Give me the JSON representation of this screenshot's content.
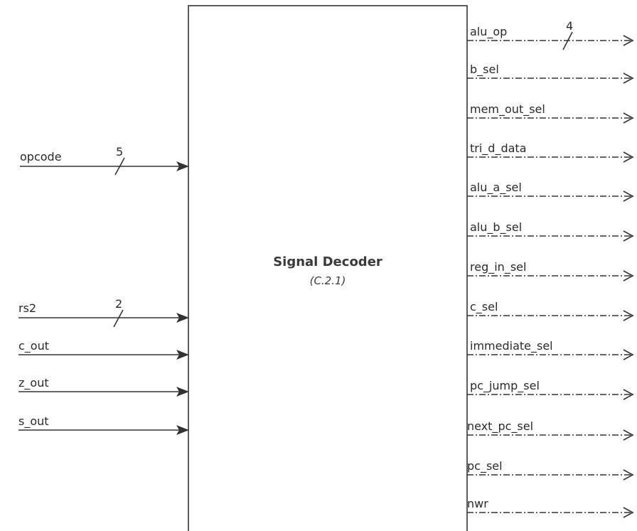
{
  "block": {
    "title": "Signal Decoder",
    "reference": "(C.2.1)"
  },
  "inputs": [
    {
      "name": "opcode",
      "width": "5"
    },
    {
      "name": "rs2",
      "width": "2"
    },
    {
      "name": "c_out",
      "width": ""
    },
    {
      "name": "z_out",
      "width": ""
    },
    {
      "name": "s_out",
      "width": ""
    }
  ],
  "outputs": [
    {
      "name": "alu_op",
      "width": "4"
    },
    {
      "name": "b_sel",
      "width": ""
    },
    {
      "name": "mem_out_sel",
      "width": ""
    },
    {
      "name": "tri_d_data",
      "width": ""
    },
    {
      "name": "alu_a_sel",
      "width": ""
    },
    {
      "name": "alu_b_sel",
      "width": ""
    },
    {
      "name": "reg_in_sel",
      "width": ""
    },
    {
      "name": "c_sel",
      "width": ""
    },
    {
      "name": "immediate_sel",
      "width": ""
    },
    {
      "name": "pc_jump_sel",
      "width": ""
    },
    {
      "name": "next_pc_sel",
      "width": ""
    },
    {
      "name": "pc_sel",
      "width": ""
    },
    {
      "name": "nwr",
      "width": ""
    }
  ]
}
